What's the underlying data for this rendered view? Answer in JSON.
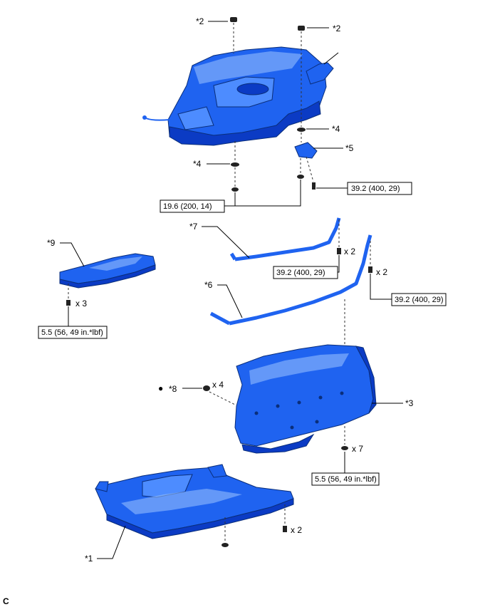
{
  "callouts": {
    "c1": "*1",
    "c2a": "*2",
    "c2b": "*2",
    "c3": "*3",
    "c4a": "*4",
    "c4b": "*4",
    "c5": "*5",
    "c6": "*6",
    "c7": "*7",
    "c8": "*8",
    "c9": "*9"
  },
  "quantities": {
    "q_c7_x2": "x 2",
    "q_c6_x2": "x 2",
    "q_c9_x3": "x 3",
    "q_c8_x4": "x 4",
    "q_c3_x7": "x 7",
    "q_c1_x2": "x 2"
  },
  "torque_specs": {
    "t_tank_strap": "39.2 (400, 29)",
    "t_tank_bottom": "19.6 (200, 14)",
    "t_band7": "39.2 (400, 29)",
    "t_band6": "39.2 (400, 29)",
    "t_c9": "5.5 (56, 49 in.*lbf)",
    "t_c3": "5.5 (56, 49 in.*lbf)"
  },
  "bullet_symbol": "●",
  "figure_code": "C",
  "part_color": "#1f63f0"
}
